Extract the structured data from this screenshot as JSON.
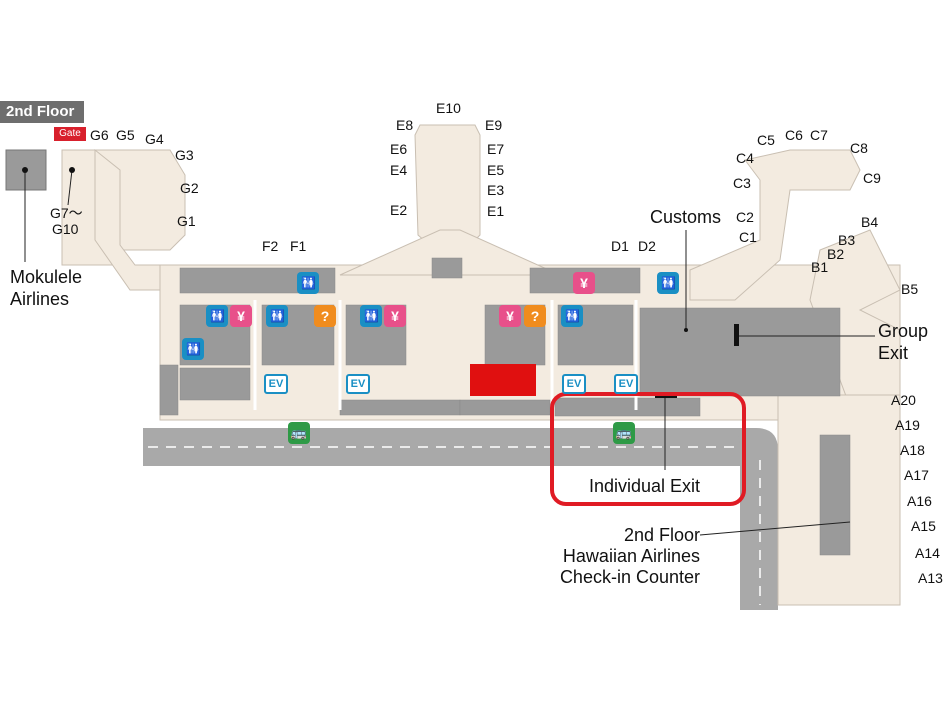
{
  "floor_label": "2nd Floor",
  "gate_badge": "Gate",
  "gates": {
    "g6": "G6",
    "g5": "G5",
    "g4": "G4",
    "g3": "G3",
    "g2": "G2",
    "g1": "G1",
    "g7_10_top": "G7〜",
    "g7_10_bottom": "G10",
    "f2": "F2",
    "f1": "F1",
    "e10": "E10",
    "e8": "E8",
    "e9": "E9",
    "e6": "E6",
    "e7": "E7",
    "e4": "E4",
    "e5": "E5",
    "e3": "E3",
    "e2": "E2",
    "e1": "E1",
    "d1": "D1",
    "d2": "D2",
    "c5": "C5",
    "c6": "C6",
    "c7": "C7",
    "c8": "C8",
    "c4": "C4",
    "c9": "C9",
    "c3": "C3",
    "c2": "C2",
    "c1": "C1",
    "b4": "B4",
    "b3": "B3",
    "b2": "B2",
    "b1": "B1",
    "b5": "B5",
    "a20": "A20",
    "a19": "A19",
    "a18": "A18",
    "a17": "A17",
    "a16": "A16",
    "a15": "A15",
    "a14": "A14",
    "a13": "A13"
  },
  "labels": {
    "mokulele_1": "Mokulele",
    "mokulele_2": "Airlines",
    "customs": "Customs",
    "group_exit_1": "Group",
    "group_exit_2": "Exit",
    "individual_exit": "Individual Exit",
    "hawaiian_1": "2nd Floor",
    "hawaiian_2": "Hawaiian Airlines",
    "hawaiian_3": "Check-in Counter"
  },
  "icons": {
    "restroom": "🚻",
    "yen": "¥",
    "info": "?",
    "elevator": "EV",
    "bus": "🚌"
  },
  "colors": {
    "building": "#f3ebe0",
    "hall": "#9a9a9a",
    "road": "#a9a9a9",
    "highlight": "#e01b24",
    "shop_red": "#e01010"
  }
}
